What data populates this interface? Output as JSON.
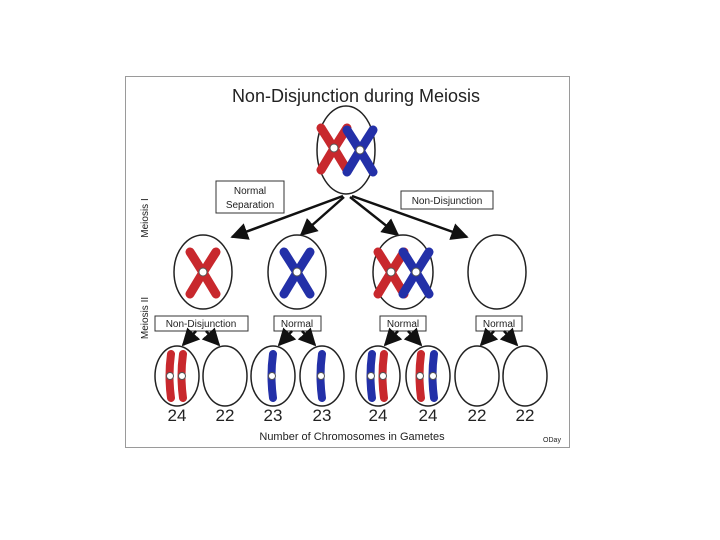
{
  "title": "Non-Disjunction during Meiosis",
  "stage_labels": {
    "meiosis_1": "Meiosis I",
    "meiosis_2": "Meiosis II"
  },
  "meiosis_1_labels": {
    "left": "Normal Separation",
    "right": "Non-Disjunction"
  },
  "meiosis_2_labels": [
    "Non-Disjunction",
    "Normal",
    "Normal",
    "Normal"
  ],
  "gamete_counts": [
    "24",
    "22",
    "23",
    "23",
    "24",
    "24",
    "22",
    "22"
  ],
  "footer": "Number of Chromosomes in Gametes",
  "credit": "ODay",
  "colors": {
    "maternal": "#c8282d",
    "paternal": "#2330a8",
    "outline": "#222222"
  }
}
